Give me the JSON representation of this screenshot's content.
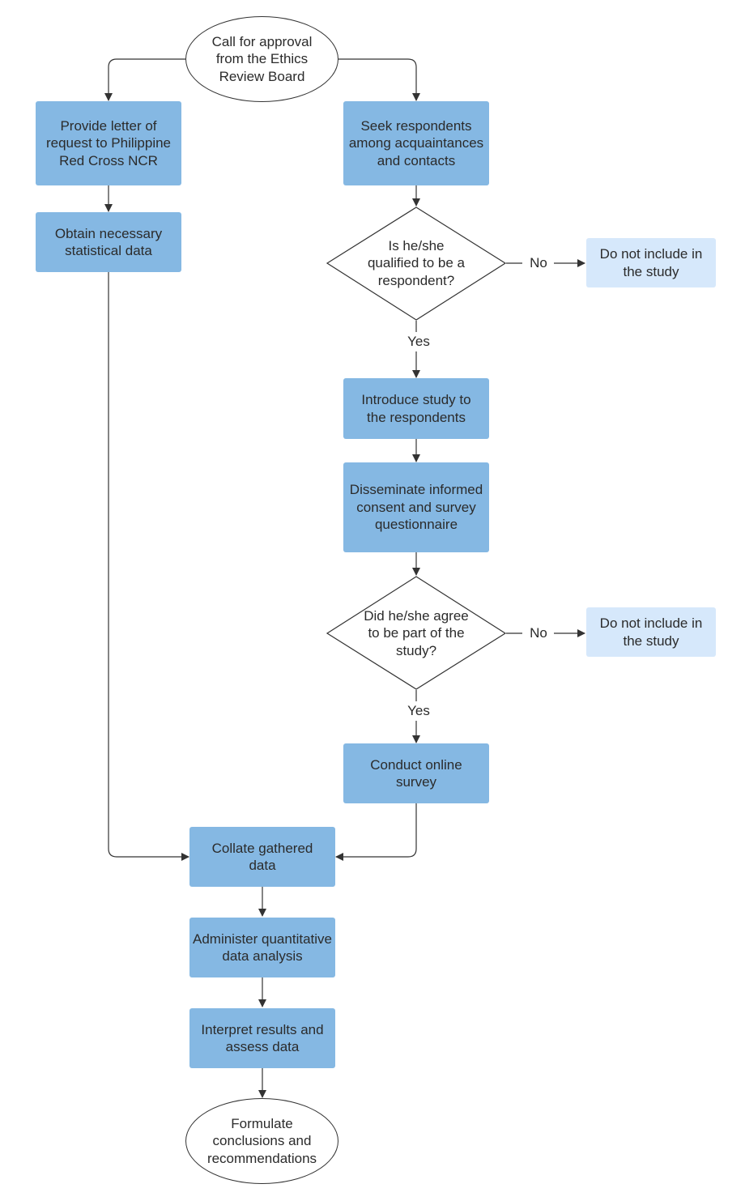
{
  "nodes": {
    "start": "Call for approval\nfrom the Ethics\nReview Board",
    "letter": "Provide letter of\nrequest to Philippine\nRed Cross NCR",
    "stat_data": "Obtain necessary\nstatistical data",
    "seek": "Seek respondents\namong acquaintances\nand contacts",
    "decision_qualified": "Is he/she\nqualified to be a\nrespondent?",
    "exclude_1": "Do not include in\nthe study",
    "introduce": "Introduce study to\nthe respondents",
    "disseminate": "Disseminate informed\nconsent and survey\nquestionnaire",
    "decision_agree": "Did he/she agree\nto be part of the\nstudy?",
    "exclude_2": "Do not include in\nthe study",
    "conduct": "Conduct online\nsurvey",
    "collate": "Collate gathered\ndata",
    "administer": "Administer quantitative\ndata analysis",
    "interpret": "Interpret results and\nassess data",
    "end": "Formulate\nconclusions and\nrecommendations"
  },
  "edge_labels": {
    "q1_no": "No",
    "q1_yes": "Yes",
    "q2_no": "No",
    "q2_yes": "Yes"
  },
  "colors": {
    "process_fill": "#85b8e3",
    "exclude_fill": "#d6e8fb",
    "line": "#333333"
  }
}
